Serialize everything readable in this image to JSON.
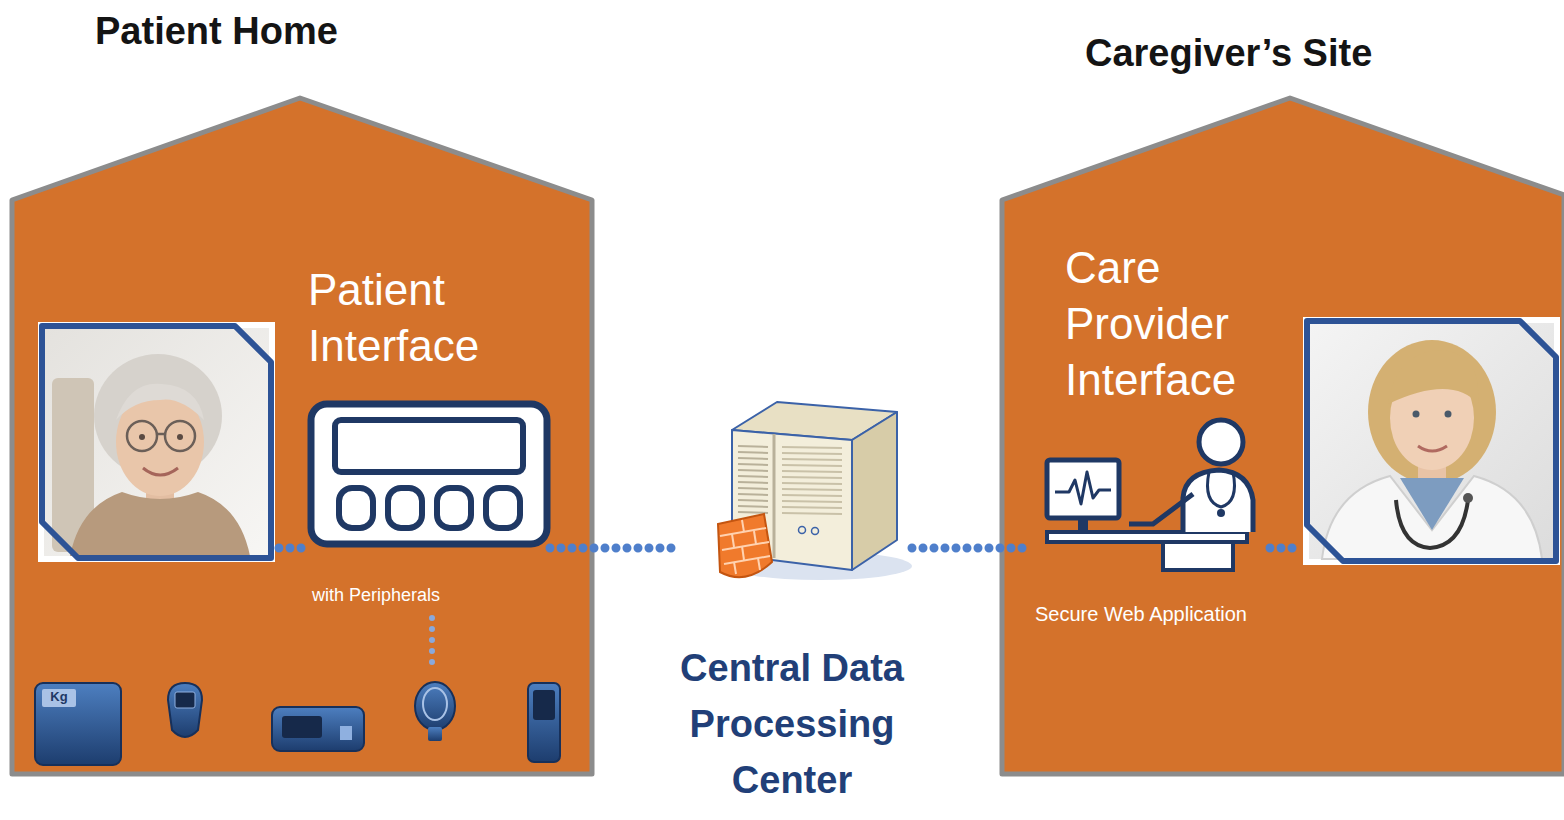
{
  "diagram": {
    "nodes": [
      {
        "text": [
          "Patient Home"
        ]
      },
      {
        "text": [
          "Patient Interface",
          "with Peripherals"
        ],
        "in": 0
      },
      {
        "text": [
          "Central Data Processing Center"
        ]
      },
      {
        "text": [
          "Caregiver’s Site"
        ]
      },
      {
        "text": [
          "Care Provider Interface",
          "Secure Web Application"
        ],
        "in": 3
      }
    ],
    "edges": [
      {
        "from": 1,
        "to": 2,
        "arrow": "none"
      },
      {
        "from": 2,
        "to": 4,
        "arrow": "none"
      }
    ],
    "labels": [
      "Kg"
    ]
  }
}
